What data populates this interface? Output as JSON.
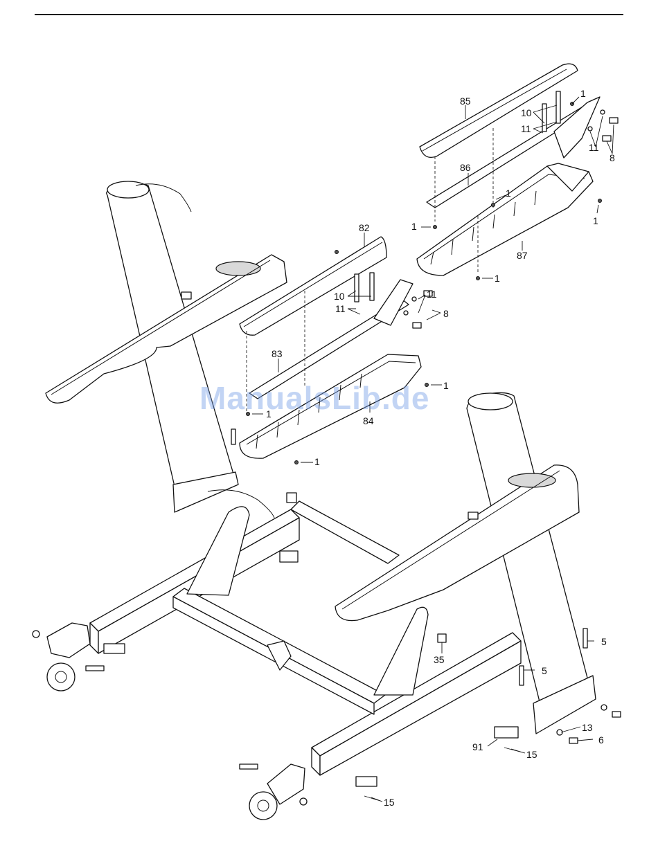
{
  "watermark": "ManualsLib.de",
  "callouts": [
    {
      "id": "c85",
      "text": "85"
    },
    {
      "id": "c1a",
      "text": "1"
    },
    {
      "id": "c10a",
      "text": "10"
    },
    {
      "id": "c11a",
      "text": "11"
    },
    {
      "id": "c11b",
      "text": "11"
    },
    {
      "id": "c8a",
      "text": "8"
    },
    {
      "id": "c86",
      "text": "86"
    },
    {
      "id": "c1b",
      "text": "1"
    },
    {
      "id": "c1c",
      "text": "1"
    },
    {
      "id": "c1d",
      "text": "1"
    },
    {
      "id": "c87",
      "text": "87"
    },
    {
      "id": "c1e",
      "text": "1"
    },
    {
      "id": "c82",
      "text": "82"
    },
    {
      "id": "c10b",
      "text": "10"
    },
    {
      "id": "c11c",
      "text": "11"
    },
    {
      "id": "c11d",
      "text": "11"
    },
    {
      "id": "c8b",
      "text": "8"
    },
    {
      "id": "c83",
      "text": "83"
    },
    {
      "id": "c1f",
      "text": "1"
    },
    {
      "id": "c1g",
      "text": "1"
    },
    {
      "id": "c84",
      "text": "84"
    },
    {
      "id": "c1h",
      "text": "1"
    },
    {
      "id": "c35",
      "text": "35"
    },
    {
      "id": "c5a",
      "text": "5"
    },
    {
      "id": "c5b",
      "text": "5"
    },
    {
      "id": "c13",
      "text": "13"
    },
    {
      "id": "c6",
      "text": "6"
    },
    {
      "id": "c91",
      "text": "91"
    },
    {
      "id": "c15a",
      "text": "15"
    },
    {
      "id": "c15b",
      "text": "15"
    }
  ]
}
